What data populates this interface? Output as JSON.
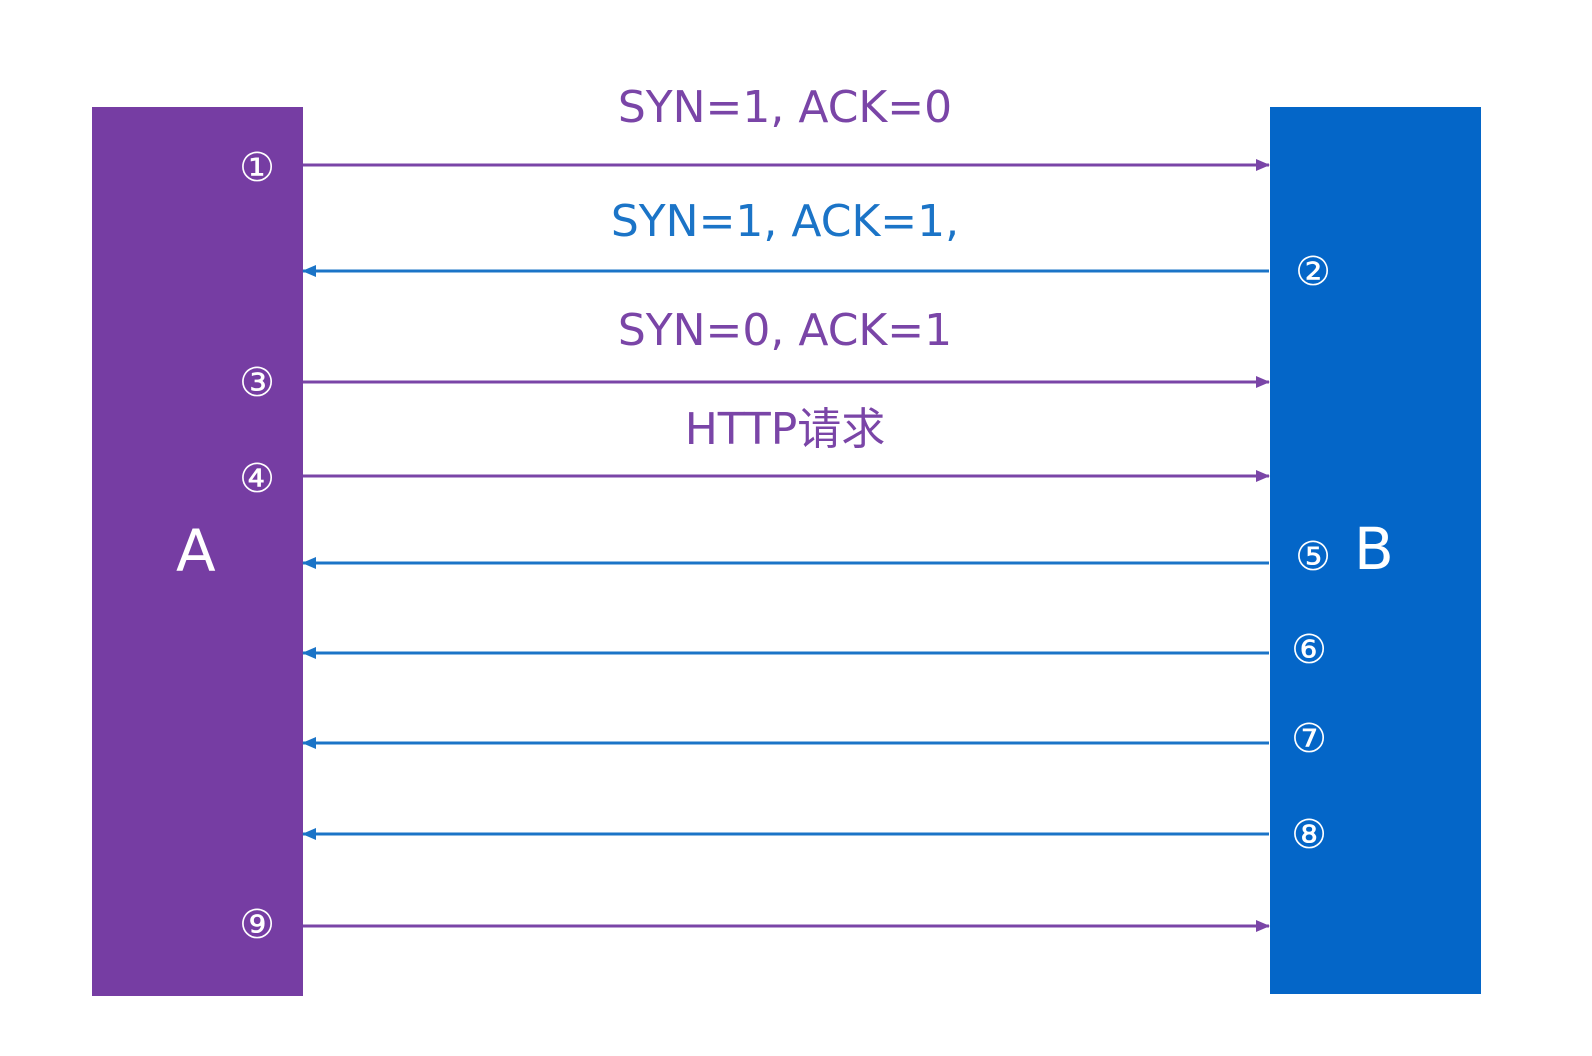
{
  "colors": {
    "host_a": "#763DA3",
    "host_b": "#0466C8",
    "a_to_b": "#7A45A7",
    "b_to_a": "#1B74C7",
    "step_text": "#FFFFFF"
  },
  "hosts": {
    "a": {
      "label": "A"
    },
    "b": {
      "label": "B"
    }
  },
  "steps": [
    {
      "num": "①",
      "direction": "A→B",
      "message": "SYN=1, ACK=0"
    },
    {
      "num": "②",
      "direction": "B→A",
      "message": "SYN=1, ACK=1,"
    },
    {
      "num": "③",
      "direction": "A→B",
      "message": "SYN=0, ACK=1"
    },
    {
      "num": "④",
      "direction": "A→B",
      "message": "HTTP请求"
    },
    {
      "num": "⑤",
      "direction": "B→A",
      "message": ""
    },
    {
      "num": "⑥",
      "direction": "B→A",
      "message": ""
    },
    {
      "num": "⑦",
      "direction": "B→A",
      "message": ""
    },
    {
      "num": "⑧",
      "direction": "B→A",
      "message": ""
    },
    {
      "num": "⑨",
      "direction": "A→B",
      "message": ""
    }
  ]
}
